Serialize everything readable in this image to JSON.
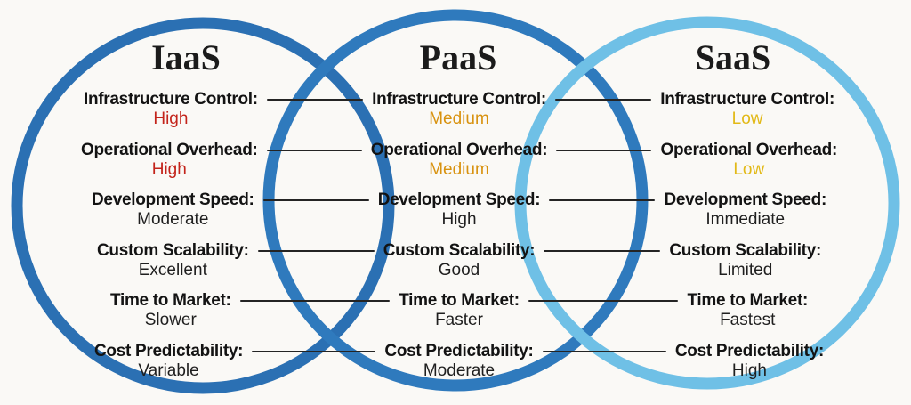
{
  "venn": {
    "background_color": "#faf9f6",
    "columns": [
      {
        "title": "IaaS",
        "circle_color": "#2b70b3"
      },
      {
        "title": "PaaS",
        "circle_color": "#2f7abd"
      },
      {
        "title": "SaaS",
        "circle_color": "#6fc0e6"
      }
    ],
    "status_colors": {
      "high_red": "#c3241b",
      "medium_orange": "#d8920f",
      "low_yellow": "#e2b917",
      "neutral": "#1f1f1f"
    },
    "rows": [
      {
        "label": "Infrastructure Control:",
        "cells": [
          {
            "text": "High",
            "color": "#c3241b"
          },
          {
            "text": "Medium",
            "color": "#d8920f"
          },
          {
            "text": "Low",
            "color": "#e2b917"
          }
        ]
      },
      {
        "label": "Operational Overhead:",
        "cells": [
          {
            "text": "High",
            "color": "#c3241b"
          },
          {
            "text": "Medium",
            "color": "#d8920f"
          },
          {
            "text": "Low",
            "color": "#e2b917"
          }
        ]
      },
      {
        "label": "Development Speed:",
        "cells": [
          {
            "text": "Moderate",
            "color": "#1f1f1f"
          },
          {
            "text": "High",
            "color": "#1f1f1f"
          },
          {
            "text": "Immediate",
            "color": "#1f1f1f"
          }
        ]
      },
      {
        "label": "Custom Scalability:",
        "cells": [
          {
            "text": "Excellent",
            "color": "#1f1f1f"
          },
          {
            "text": "Good",
            "color": "#1f1f1f"
          },
          {
            "text": "Limited",
            "color": "#1f1f1f"
          }
        ]
      },
      {
        "label": "Time to Market:",
        "cells": [
          {
            "text": "Slower",
            "color": "#1f1f1f"
          },
          {
            "text": "Faster",
            "color": "#1f1f1f"
          },
          {
            "text": "Fastest",
            "color": "#1f1f1f"
          }
        ]
      },
      {
        "label": "Cost Predictability:",
        "cells": [
          {
            "text": "Variable",
            "color": "#1f1f1f"
          },
          {
            "text": "Moderate",
            "color": "#1f1f1f"
          },
          {
            "text": "High",
            "color": "#1f1f1f"
          }
        ]
      }
    ]
  }
}
